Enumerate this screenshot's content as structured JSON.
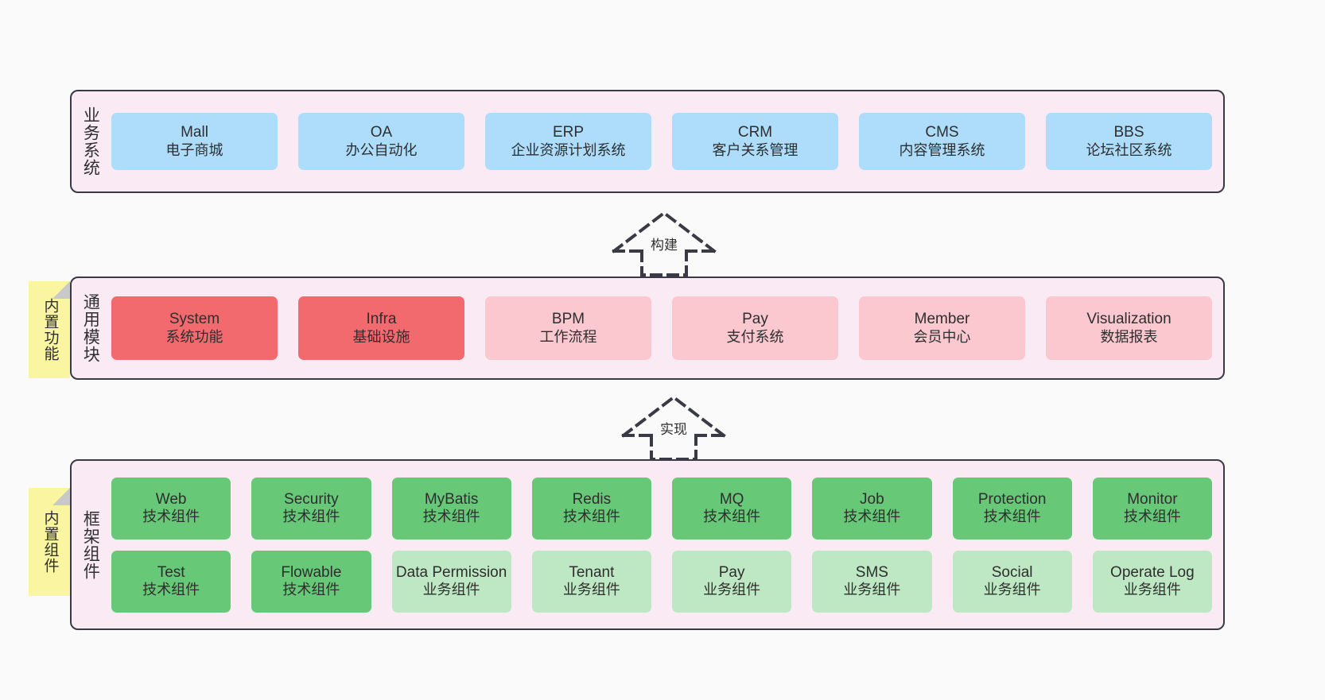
{
  "diagram": {
    "background_color": "#fafafa",
    "layer_fill": "#FAEAF4",
    "layer_border": "#3a3a46",
    "note_color": "#FAF5A0",
    "colors": {
      "blue": "#AEDDFB",
      "red_strong": "#F26A6E",
      "red_light": "#FBC8D0",
      "green_strong": "#67C878",
      "green_light": "#BEE8C4"
    }
  },
  "notes": {
    "builtin_features": "内置功能",
    "builtin_components": "内置组件"
  },
  "connectors": [
    {
      "id": "build",
      "label": "构建",
      "style": "dashed-hollow-arrow-up"
    },
    {
      "id": "implement",
      "label": "实现",
      "style": "dashed-hollow-arrow-up"
    }
  ],
  "layers": {
    "business": {
      "title": "业务系统",
      "rows": [
        [
          {
            "en": "Mall",
            "cn": "电子商城",
            "color": "blue"
          },
          {
            "en": "OA",
            "cn": "办公自动化",
            "color": "blue"
          },
          {
            "en": "ERP",
            "cn": "企业资源计划系统",
            "color": "blue"
          },
          {
            "en": "CRM",
            "cn": "客户关系管理",
            "color": "blue"
          },
          {
            "en": "CMS",
            "cn": "内容管理系统",
            "color": "blue"
          },
          {
            "en": "BBS",
            "cn": "论坛社区系统",
            "color": "blue"
          }
        ]
      ]
    },
    "common": {
      "title": "通用模块",
      "rows": [
        [
          {
            "en": "System",
            "cn": "系统功能",
            "color": "red_strong"
          },
          {
            "en": "Infra",
            "cn": "基础设施",
            "color": "red_strong"
          },
          {
            "en": "BPM",
            "cn": "工作流程",
            "color": "red_light"
          },
          {
            "en": "Pay",
            "cn": "支付系统",
            "color": "red_light"
          },
          {
            "en": "Member",
            "cn": "会员中心",
            "color": "red_light"
          },
          {
            "en": "Visualization",
            "cn": "数据报表",
            "color": "red_light"
          }
        ]
      ]
    },
    "framework": {
      "title": "框架组件",
      "rows": [
        [
          {
            "en": "Web",
            "cn": "技术组件",
            "color": "green_strong"
          },
          {
            "en": "Security",
            "cn": "技术组件",
            "color": "green_strong"
          },
          {
            "en": "MyBatis",
            "cn": "技术组件",
            "color": "green_strong"
          },
          {
            "en": "Redis",
            "cn": "技术组件",
            "color": "green_strong"
          },
          {
            "en": "MQ",
            "cn": "技术组件",
            "color": "green_strong"
          },
          {
            "en": "Job",
            "cn": "技术组件",
            "color": "green_strong"
          },
          {
            "en": "Protection",
            "cn": "技术组件",
            "color": "green_strong"
          },
          {
            "en": "Monitor",
            "cn": "技术组件",
            "color": "green_strong"
          }
        ],
        [
          {
            "en": "Test",
            "cn": "技术组件",
            "color": "green_strong"
          },
          {
            "en": "Flowable",
            "cn": "技术组件",
            "color": "green_strong"
          },
          {
            "en": "Data Permission",
            "cn": "业务组件",
            "color": "green_light"
          },
          {
            "en": "Tenant",
            "cn": "业务组件",
            "color": "green_light"
          },
          {
            "en": "Pay",
            "cn": "业务组件",
            "color": "green_light"
          },
          {
            "en": "SMS",
            "cn": "业务组件",
            "color": "green_light"
          },
          {
            "en": "Social",
            "cn": "业务组件",
            "color": "green_light"
          },
          {
            "en": "Operate Log",
            "cn": "业务组件",
            "color": "green_light"
          }
        ]
      ]
    }
  }
}
